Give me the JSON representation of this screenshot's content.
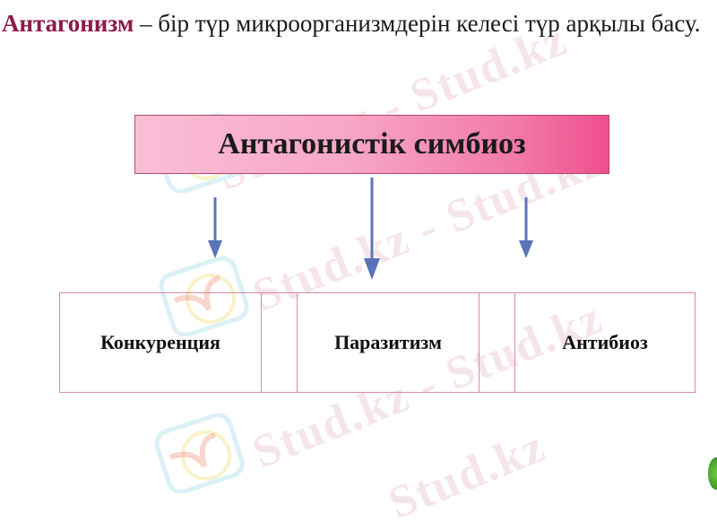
{
  "intro": {
    "term": "Антагонизм",
    "definition": " – бір түр микроорганизмдерін келесі түр арқылы басу."
  },
  "diagram": {
    "root": "Антагонистік симбиоз",
    "arrow_color": "#5b74b8",
    "children": [
      "Конкуренция",
      "",
      "Паразитизм",
      "",
      "Антибиоз"
    ]
  },
  "watermark": {
    "text": "Stud.kz - Stud.kz",
    "text_short": "Stud.kz"
  },
  "colors": {
    "term": "#8b1a4a",
    "header_gradient_start": "#f9bfd6",
    "header_gradient_end": "#ee4f8c",
    "cell_border": "#d98aa8"
  }
}
